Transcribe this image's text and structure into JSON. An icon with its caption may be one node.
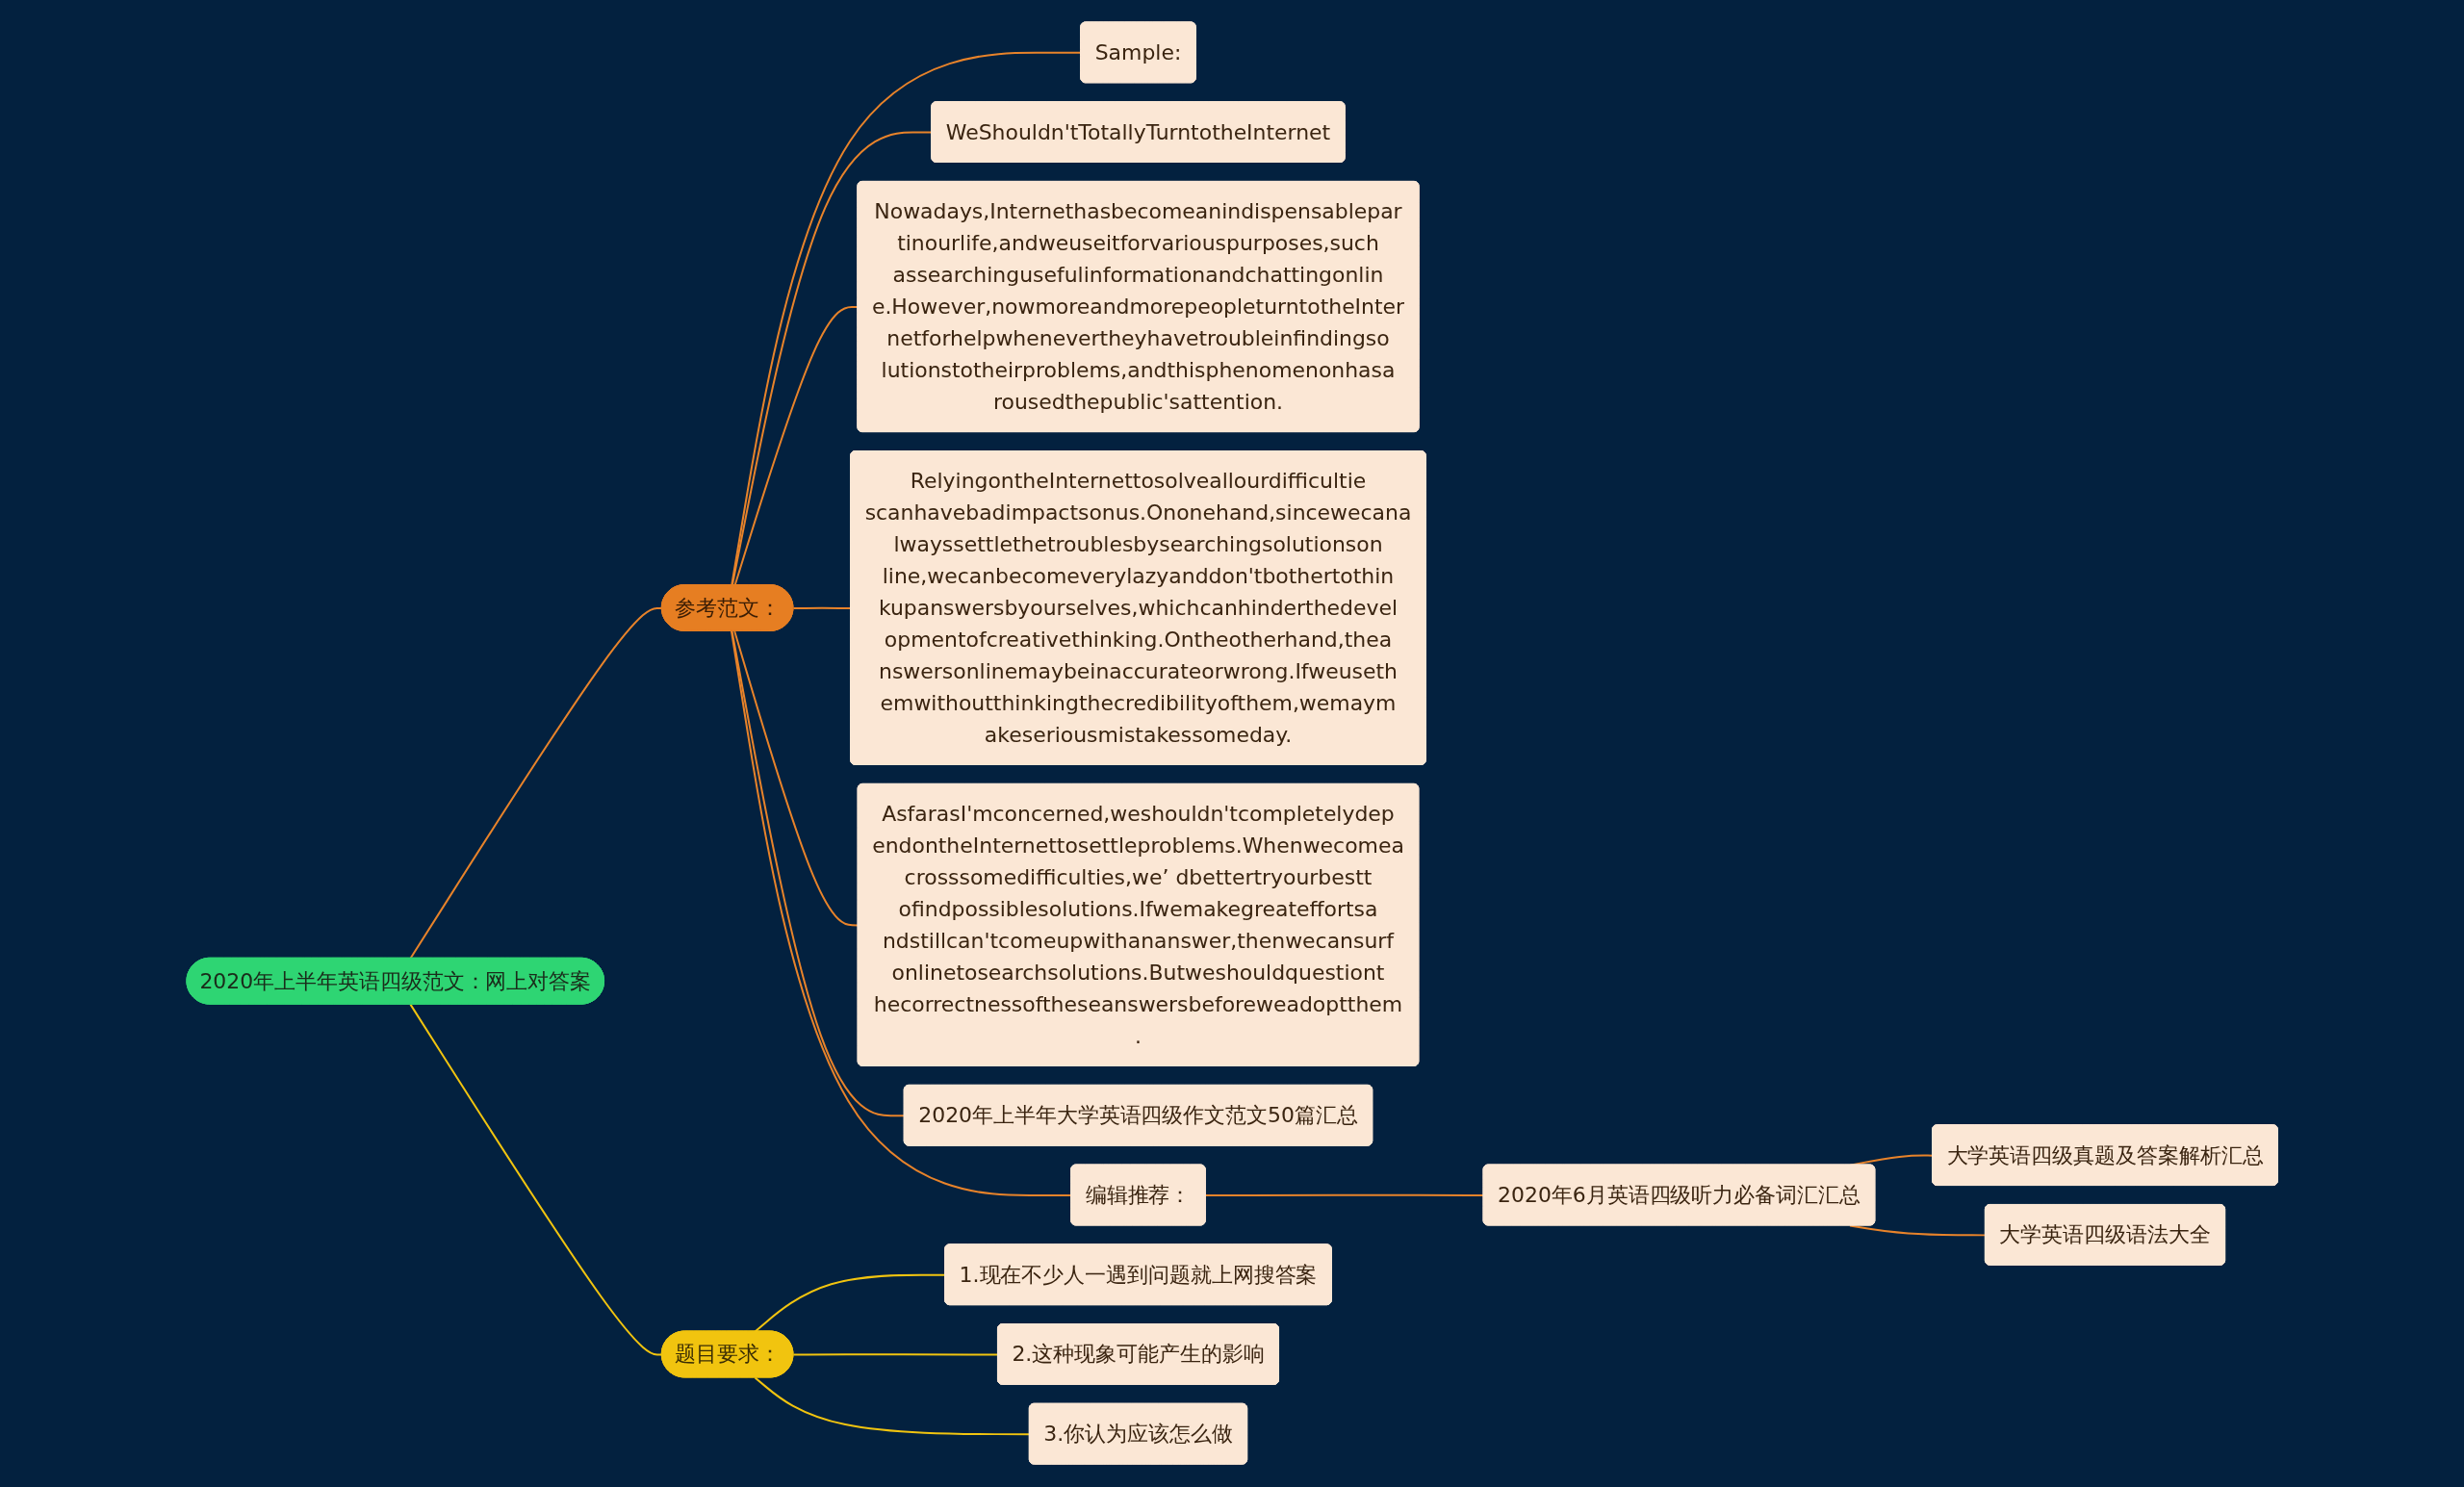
{
  "diagram": {
    "nodes": [
      {
        "text": [
          "2020年上半年英语四级范文：网上对答案"
        ]
      },
      {
        "text": [
          "参考范文："
        ]
      },
      {
        "text": [
          "Sample:"
        ]
      },
      {
        "text": [
          "WeShouldn'tTotallyTurntotheInternet"
        ]
      },
      {
        "text": [
          "Nowadays,Internethasbecomeanindispensablepartinourlife,andweuseitforvariouspurposes,suchassearchingusefulinformationandchattingonline.However,nowmoreandmorepeopleturntotheInternetforhelpwhenevertheyhavetroubleinfindingsolutionstotheirproblems,andthisphenomenonhasarousedthepublic'sattention."
        ]
      },
      {
        "text": [
          "RelyingontheInternettosolveallourdifficultiescanhavebadimpactsonus.Ononehand,sincewecanalwayssettlethetroublesbysearchingsolutionsonline,wecanbecomeverylazyanddon'tbothertothinkupanswersbyourselves,whichcanhinderthedevelopmentofcreativethinking.Ontheotherhand,theanswersonlinemaybeinaccurateorwrong.Ifweusethemwithoutthinkingthecredibilityofthem,wemaymakeseriousmistakessomeday."
        ]
      },
      {
        "text": [
          "AsfarasI'mconcerned,weshouldn'tcompletelydependontheInternettosettleproblems.Whenwecomeacrosssomedifficulties,we’ dbettertryourbesttofindpossiblesolutions.Ifwemakegreateffortsandstillcan'tcomeupwithananswer,thenwecansurfonlinetosearchsolutions.Butweshouldquestionthecorrectnessoftheseanswersbeforeweadoptthem."
        ]
      },
      {
        "text": [
          "2020年上半年大学英语四级作文范文50篇汇总"
        ]
      },
      {
        "text": [
          "编辑推荐："
        ]
      },
      {
        "text": [
          "2020年6月英语四级听力必备词汇汇总"
        ]
      },
      {
        "text": [
          "大学英语四级真题及答案解析汇总"
        ]
      },
      {
        "text": [
          "大学英语四级语法大全"
        ]
      },
      {
        "text": [
          "题目要求："
        ]
      },
      {
        "text": [
          "1.现在不少人一遇到问题就上网搜答案"
        ]
      },
      {
        "text": [
          "2.这种现象可能产生的影响"
        ]
      },
      {
        "text": [
          "3.你认为应该怎么做"
        ]
      }
    ],
    "edges": [
      {
        "from": 0,
        "to": 1,
        "arrow": "none"
      },
      {
        "from": 1,
        "to": 2,
        "arrow": "none"
      },
      {
        "from": 1,
        "to": 3,
        "arrow": "none"
      },
      {
        "from": 1,
        "to": 4,
        "arrow": "none"
      },
      {
        "from": 1,
        "to": 5,
        "arrow": "none"
      },
      {
        "from": 1,
        "to": 6,
        "arrow": "none"
      },
      {
        "from": 1,
        "to": 7,
        "arrow": "none"
      },
      {
        "from": 1,
        "to": 8,
        "arrow": "none"
      },
      {
        "from": 8,
        "to": 9,
        "arrow": "none"
      },
      {
        "from": 9,
        "to": 10,
        "arrow": "none"
      },
      {
        "from": 9,
        "to": 11,
        "arrow": "none"
      },
      {
        "from": 0,
        "to": 12,
        "arrow": "none",
        "color": "#f1c40f"
      },
      {
        "from": 12,
        "to": 13,
        "arrow": "none",
        "color": "#f1c40f"
      },
      {
        "from": 12,
        "to": 14,
        "arrow": "none",
        "color": "#f1c40f"
      },
      {
        "from": 12,
        "to": 15,
        "arrow": "none",
        "color": "#f1c40f"
      }
    ]
  }
}
